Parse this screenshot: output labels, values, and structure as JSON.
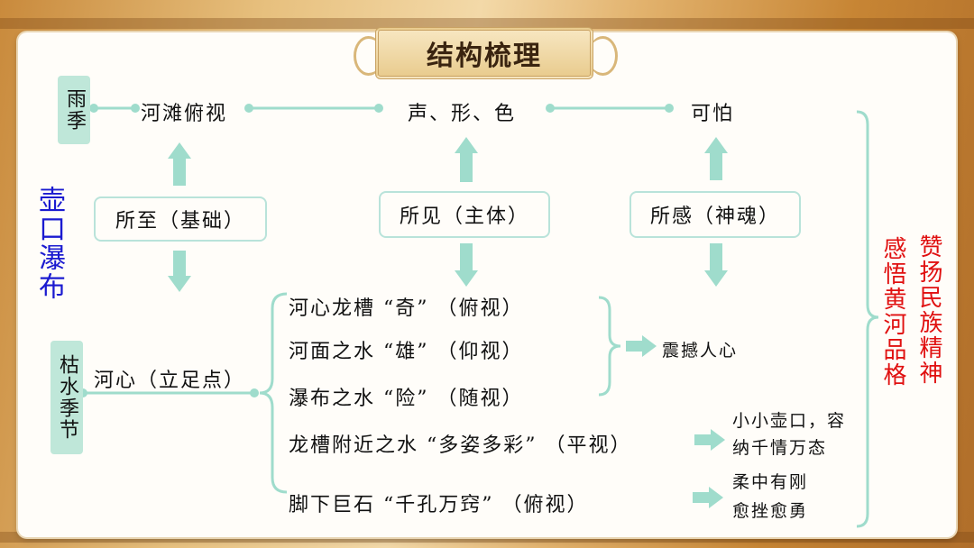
{
  "title": "结构梳理",
  "colors": {
    "teal": "#9fdccc",
    "blue_title": "#1a1ad0",
    "red_text": "#e01010"
  },
  "side_title": "壶口瀑布",
  "season_rain": "雨季",
  "season_dry": "枯水季节",
  "top_row": {
    "left": "河滩俯视",
    "center": "声、形、色",
    "right": "可怕"
  },
  "middle_boxes": {
    "left": "所至（基础）",
    "center": "所见（主体）",
    "right": "所感（神魂）"
  },
  "standpoint": "河心（立足点）",
  "views": [
    "河心龙槽 “奇” （俯视）",
    "河面之水 “雄” （仰视）",
    "瀑布之水 “险” （随视）",
    "龙槽附近之水 “多姿多彩” （平视）",
    "脚下巨石 “千孔万窍” （俯视）"
  ],
  "conclusions": {
    "shock": "震撼人心",
    "tolerance": [
      "小小壶口，容",
      "纳千情万态"
    ],
    "strength": [
      "柔中有刚",
      "愈挫愈勇"
    ]
  },
  "right_columns": {
    "col1": "感悟黄河品格",
    "col2": "赞扬民族精神"
  }
}
